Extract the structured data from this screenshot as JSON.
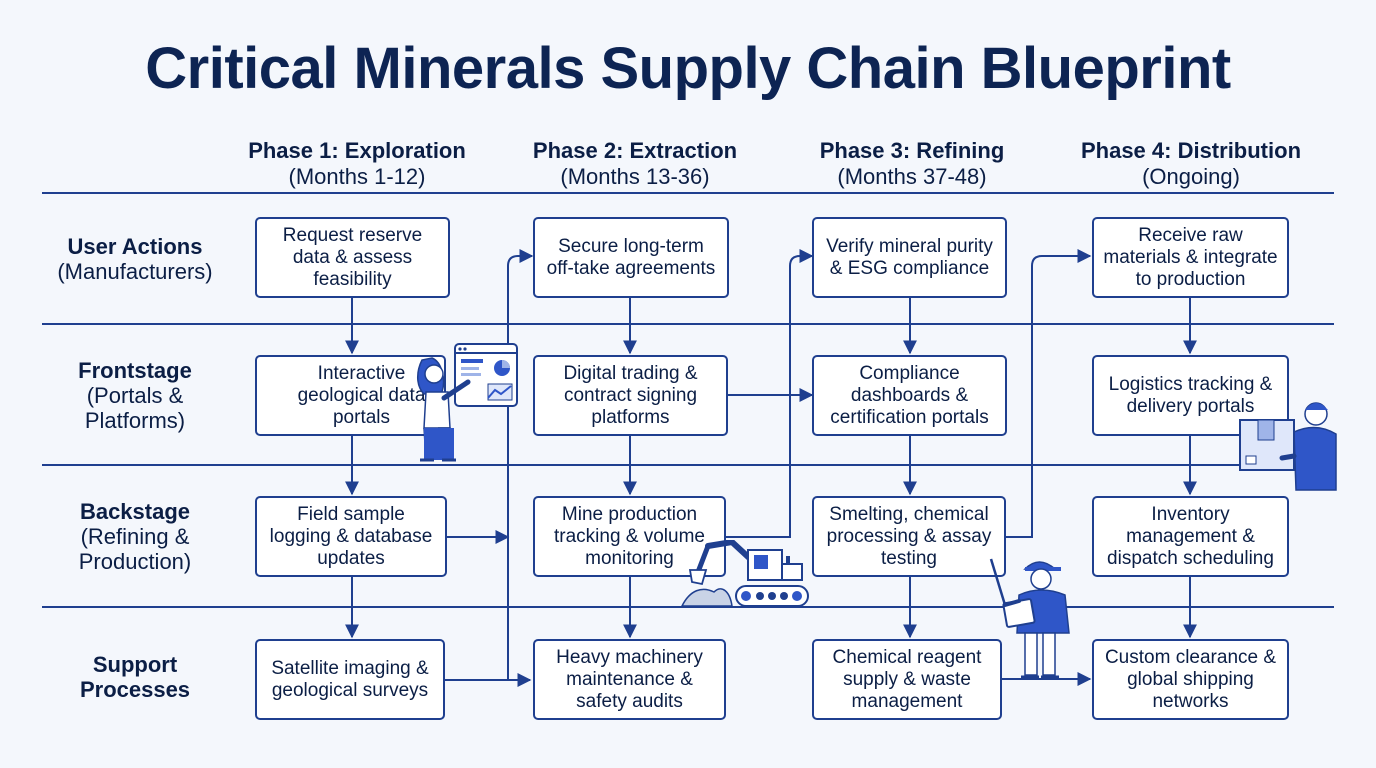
{
  "title": "Critical Minerals Supply Chain Blueprint",
  "phases": [
    {
      "name": "Phase 1: Exploration",
      "duration": "(Months 1-12)"
    },
    {
      "name": "Phase 2: Extraction",
      "duration": "(Months 13-36)"
    },
    {
      "name": "Phase 3: Refining",
      "duration": "(Months 37-48)"
    },
    {
      "name": "Phase 4: Distribution",
      "duration": "(Ongoing)"
    }
  ],
  "lanes": [
    {
      "name": "User Actions",
      "sub": "(Manufacturers)"
    },
    {
      "name": "Frontstage",
      "sub": "(Portals & Platforms)"
    },
    {
      "name": "Backstage",
      "sub": "(Refining & Production)"
    },
    {
      "name": "Support Processes",
      "sub": ""
    }
  ],
  "cells": {
    "user": [
      "Request reserve data & assess feasibility",
      "Secure long-term off-take agreements",
      "Verify mineral purity & ESG compliance",
      "Receive raw materials & integrate to production"
    ],
    "frontstage": [
      "Interactive geological data portals",
      "Digital trading & contract signing platforms",
      "Compliance dashboards & certification portals",
      "Logistics tracking & delivery portals"
    ],
    "backstage": [
      "Field sample logging & database updates",
      "Mine production tracking & volume monitoring",
      "Smelting, chemical processing & assay testing",
      "Inventory management & dispatch scheduling"
    ],
    "support": [
      "Satellite imaging & geological surveys",
      "Heavy machinery maintenance & safety audits",
      "Chemical reagent supply & waste management",
      "Custom clearance & global shipping networks"
    ]
  },
  "colors": {
    "line": "#1f3f8f",
    "accent": "#2f56c8",
    "title": "#0d2453",
    "background": "#f4f7fc"
  }
}
